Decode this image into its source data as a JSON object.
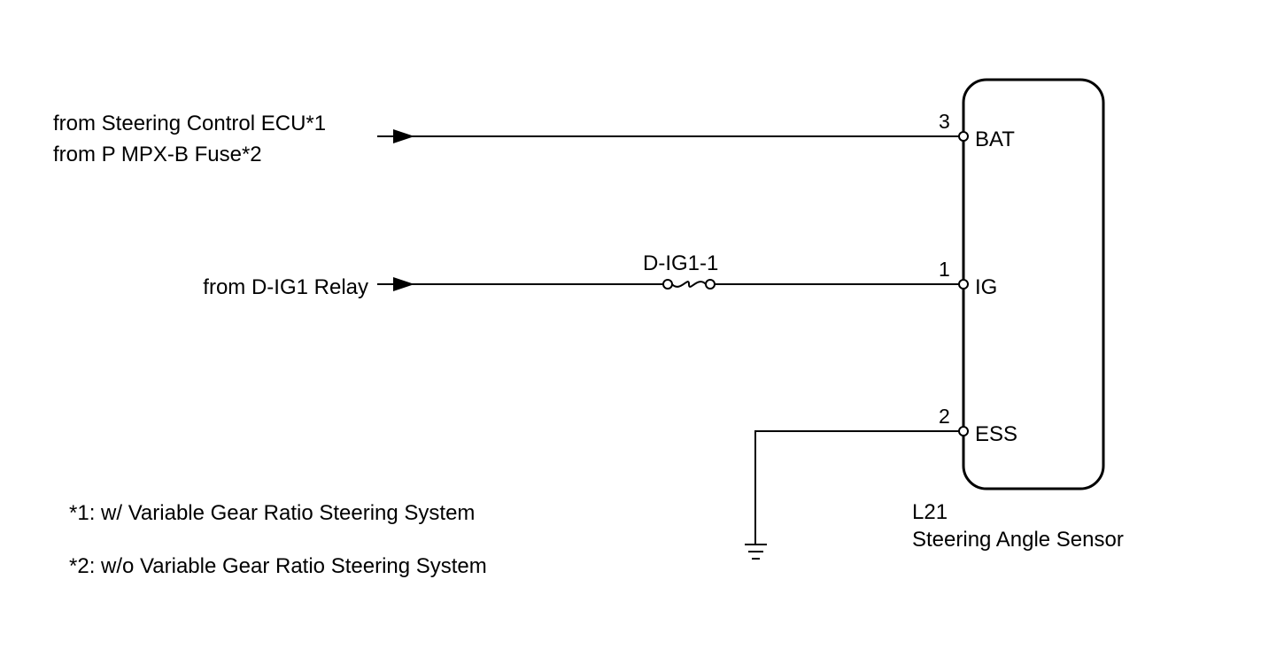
{
  "inputs": {
    "bat_source_1": "from Steering Control ECU*1",
    "bat_source_2": "from P MPX-B Fuse*2",
    "ig_source": "from D-IG1 Relay"
  },
  "fuse": {
    "label": "D-IG1-1"
  },
  "component": {
    "code": "L21",
    "name": "Steering Angle Sensor",
    "pins": [
      {
        "number": "3",
        "name": "BAT"
      },
      {
        "number": "1",
        "name": "IG"
      },
      {
        "number": "2",
        "name": "ESS"
      }
    ]
  },
  "notes": [
    "*1: w/ Variable Gear Ratio Steering System",
    "*2: w/o Variable Gear Ratio Steering System"
  ]
}
